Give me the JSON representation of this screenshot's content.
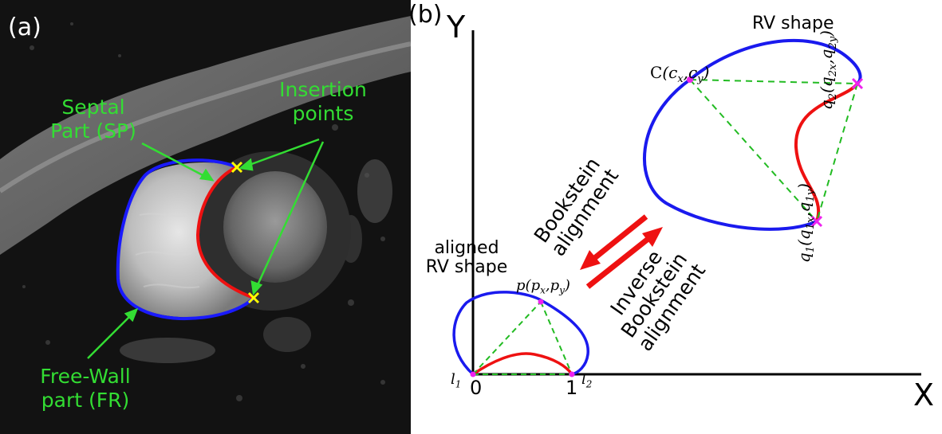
{
  "panel_a": {
    "tag": "(a)",
    "labels": {
      "septal": "Septal\nPart (SP)",
      "insertion": "Insertion\npoints",
      "free_wall": "Free-Wall\npart (FR)"
    },
    "colors": {
      "label": "#33dd33",
      "rv_free_wall": "#1a1aff",
      "septum": "#ee1111",
      "insertion_mark": "#ffff00",
      "arrow": "#33dd33"
    }
  },
  "panel_b": {
    "tag": "(b)",
    "axis_y": "Y",
    "axis_x": "X",
    "rv_shape_label": "RV shape",
    "aligned_label": "aligned\nRV shape",
    "bookstein_label": "Bookstein\nalignment",
    "inverse_label": "Inverse\nBookstein\nalignment",
    "points": {
      "c": "C(cx, cy)",
      "q2": "q2(q2x, q2y)",
      "q1": "q1(q1x, q1y)",
      "p": "p(px, py)",
      "l1": "l1",
      "l2": "l2"
    },
    "ticks": [
      "0",
      "1"
    ],
    "colors": {
      "outline": "#1a1aee",
      "septum": "#ee1111",
      "triangle": "#22bb22",
      "points": "#ee22ee",
      "arrows": "#ee1111"
    }
  }
}
